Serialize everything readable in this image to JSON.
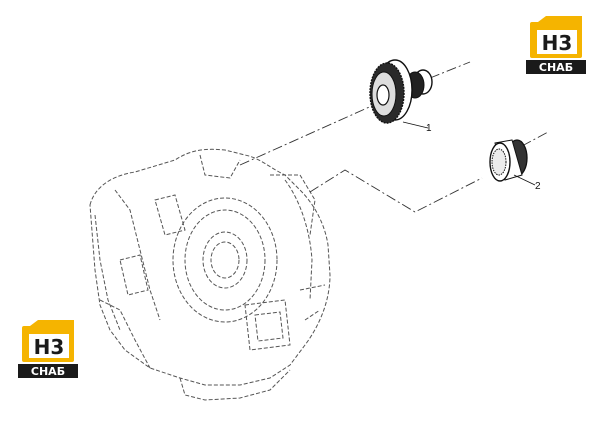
{
  "logo": {
    "mark": "H3",
    "label": "CHAБ",
    "colors": {
      "yellow": "#f5b400",
      "dark": "#1a1a1a",
      "white": "#ffffff"
    }
  },
  "callouts": [
    {
      "number": "1",
      "part": "gear"
    },
    {
      "number": "2",
      "part": "splined-hub"
    }
  ]
}
